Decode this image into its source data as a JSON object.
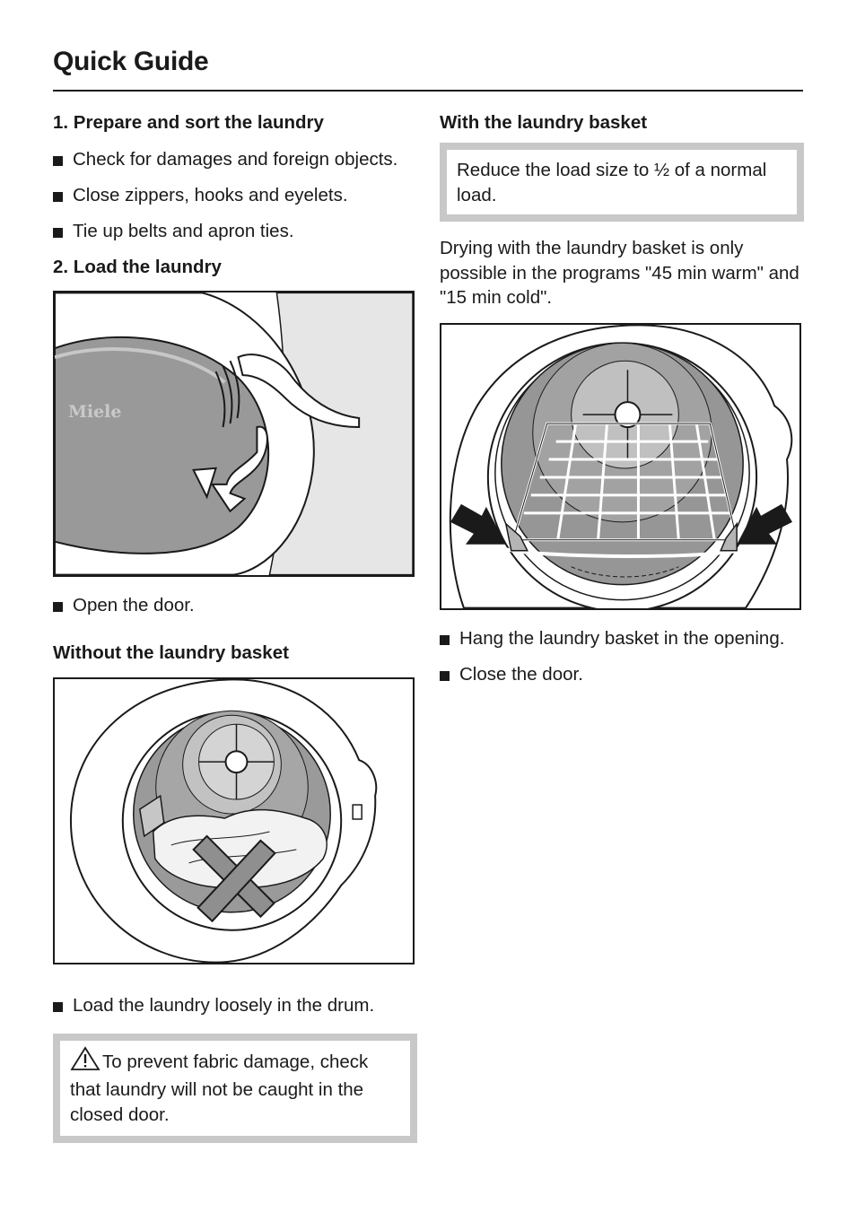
{
  "title": "Quick Guide",
  "left": {
    "step1_heading": "1. Prepare and sort the laundry",
    "step1_items": [
      "Check for damages and foreign objects.",
      "Close zippers, hooks and eyelets.",
      "Tie up belts and apron ties."
    ],
    "step2_heading": "2. Load the laundry",
    "door_logo": "Miele",
    "open_door": "Open the door.",
    "without_heading": "Without the laundry basket",
    "load_loosely": "Load the laundry loosely in the drum.",
    "warning_text": "To prevent fabric damage, check that laundry will not be caught in the closed door."
  },
  "right": {
    "with_heading": "With the laundry basket",
    "note_text": "Reduce the load size to ½ of a normal load.",
    "drying_text": "Drying with the laundry basket is only possible in the programs \"45 min warm\" and \"15 min cold\".",
    "items": [
      "Hang the laundry basket in the opening.",
      "Close the door."
    ]
  }
}
